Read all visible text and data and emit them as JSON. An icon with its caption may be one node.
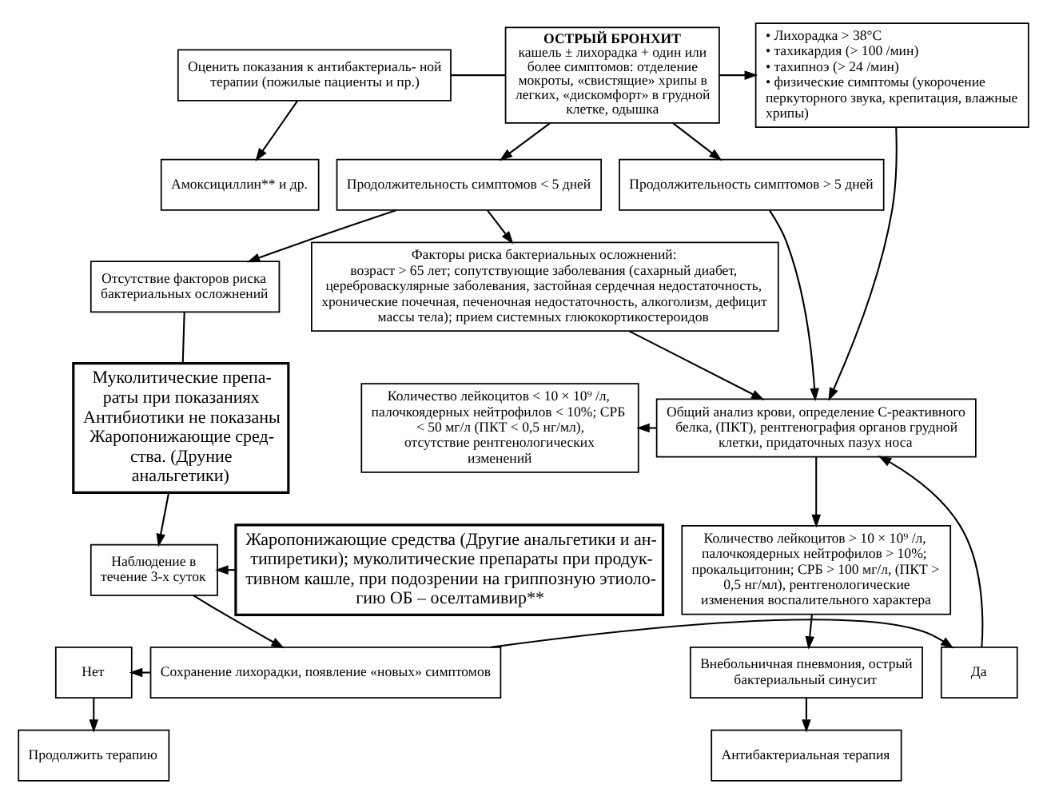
{
  "diagram": {
    "nodes": [
      {
        "text": [
          "Оценить показания к антибактериаль- ной терапии (пожилые пациенты и пр.)"
        ]
      },
      {
        "text": [
          "ОСТРЫЙ БРОНХИТ",
          "кашель ± лихорадка + один или более симптомов: отделение мокроты, «свистящие» хрипы в легких, «дискомфорт» в грудной клетке, одышка"
        ]
      },
      {
        "text": [
          "Амоксициллин** и др."
        ]
      },
      {
        "text": [
          "• Лихорадка > 38°C",
          "• тахикардия (> 100 /мин)",
          "• тахипноэ (> 24 /мин)",
          "• физические симптомы (укорочение перкуторного звука, крепитация, влажные хрипы)"
        ]
      },
      {
        "text": [
          "Продолжительность симптомов < 5 дней"
        ]
      },
      {
        "text": [
          "Продолжительность симптомов > 5 дней"
        ]
      },
      {
        "text": [
          "Отсутствие факторов риска бактериальных осложнений"
        ]
      },
      {
        "text": [
          "Факторы риска бактериальных осложнений:",
          "возраст > 65 лет; сопутствующие заболевания (сахарный диабет, цереброваскулярные заболевания, застойная сердечная недостаточность, хронические почечная, печеночная недостаточность, алкоголизм, дефицит массы тела); прием системных глюкокортикостероидов"
        ]
      },
      {
        "text": [
          "Муколитические препа- раты при показаниях",
          "Антибиотики не показаны",
          "Жаропонижающие сред- ства. (Друние анальгетики)"
        ]
      },
      {
        "text": [
          "Количество лейкоцитов < 10 × 10⁹ /л, палочкоядерных нейтрофилов < 10%; СРБ < 50 мг/л (ПКТ < 0,5 нг/мл), отсутствие рентгенологических изменений"
        ]
      },
      {
        "text": [
          "Общий анализ крови, определение С-реактивного белка, (ПКТ), рентгенография органов грудной клетки, придаточных пазух носа"
        ]
      },
      {
        "text": [
          "Жаропонижающие средства (Другие анальгетики и ан- типиретики); муколитические препараты при продук- тивном кашле, при подозрении на гриппозную этиоло- гию ОБ – оселтамивир**"
        ]
      },
      {
        "text": [
          "Наблюдение в течение 3-х суток"
        ]
      },
      {
        "text": [
          "Количество лейкоцитов > 10 × 10⁹ /л, палочкоядерных нейтрофилов > 10%; прокальцитонин; СРБ > 100 мг/л, (ПКТ > 0,5 нг/мл), рентгенологические изменения воспалительного характера"
        ]
      },
      {
        "text": [
          "Нет"
        ]
      },
      {
        "text": [
          "Сохранение лихорадки, появление «новых» симптомов"
        ]
      },
      {
        "text": [
          "Да"
        ]
      },
      {
        "text": [
          "Внебольничная пневмония, острый бактериальный синусит"
        ]
      },
      {
        "text": [
          "Продолжить терапию"
        ]
      },
      {
        "text": [
          "Антибактериальная терапия"
        ]
      }
    ],
    "edges": [
      {
        "from": 0,
        "to": 1,
        "arrow": "none"
      },
      {
        "from": 0,
        "to": 2,
        "arrow": "to"
      },
      {
        "from": 1,
        "to": 3,
        "arrow": "to"
      },
      {
        "from": 1,
        "to": 4,
        "arrow": "to"
      },
      {
        "from": 1,
        "to": 5,
        "arrow": "to"
      },
      {
        "from": 4,
        "to": 6,
        "arrow": "to"
      },
      {
        "from": 4,
        "to": 7,
        "arrow": "to"
      },
      {
        "from": 6,
        "to": 8,
        "arrow": "none"
      },
      {
        "from": 7,
        "to": 10,
        "arrow": "to"
      },
      {
        "from": 5,
        "to": 10,
        "arrow": "to"
      },
      {
        "from": 3,
        "to": 10,
        "arrow": "to"
      },
      {
        "from": 10,
        "to": 9,
        "arrow": "to"
      },
      {
        "from": 10,
        "to": 13,
        "arrow": "to"
      },
      {
        "from": 8,
        "to": 12,
        "arrow": "to"
      },
      {
        "from": 11,
        "to": 12,
        "arrow": "to"
      },
      {
        "from": 12,
        "to": 15,
        "arrow": "to"
      },
      {
        "from": 15,
        "to": 14,
        "arrow": "to"
      },
      {
        "from": 15,
        "to": 16,
        "arrow": "to"
      },
      {
        "from": 16,
        "to": 10,
        "arrow": "to"
      },
      {
        "from": 14,
        "to": 18,
        "arrow": "to"
      },
      {
        "from": 13,
        "to": 17,
        "arrow": "to"
      },
      {
        "from": 17,
        "to": 19,
        "arrow": "to"
      }
    ]
  }
}
